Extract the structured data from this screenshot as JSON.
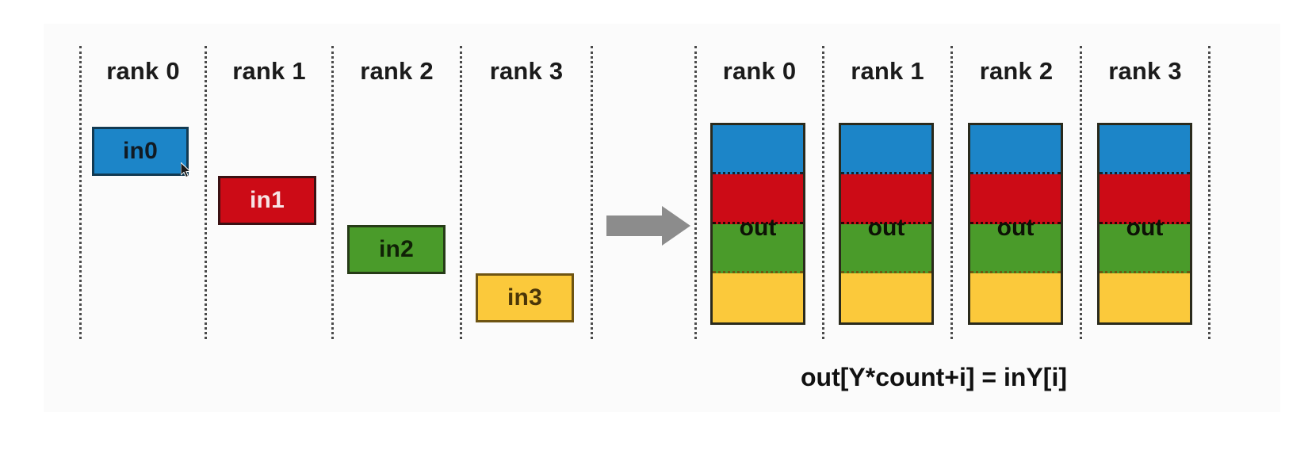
{
  "diagram": {
    "title_text": "",
    "formula": "out[Y*count+i] = inY[i]",
    "input_group": {
      "columns": [
        {
          "label": "rank 0",
          "box_label": "in0",
          "color": "#1c85c8",
          "color_name": "blue"
        },
        {
          "label": "rank 1",
          "box_label": "in1",
          "color": "#cc0b16",
          "color_name": "red"
        },
        {
          "label": "rank 2",
          "box_label": "in2",
          "color": "#4a9b2a",
          "color_name": "green"
        },
        {
          "label": "rank 3",
          "box_label": "in3",
          "color": "#fbc93b",
          "color_name": "yellow"
        }
      ]
    },
    "arrow": {
      "name": "right-arrow-icon",
      "color": "#8c8c8c"
    },
    "output_group": {
      "columns": [
        {
          "label": "rank 0",
          "bar_label": "out"
        },
        {
          "label": "rank 1",
          "bar_label": "out"
        },
        {
          "label": "rank 2",
          "bar_label": "out"
        },
        {
          "label": "rank 3",
          "bar_label": "out"
        }
      ],
      "segments": [
        {
          "source": "in0",
          "color": "#1c85c8"
        },
        {
          "source": "in1",
          "color": "#cc0b16"
        },
        {
          "source": "in2",
          "color": "#4a9b2a"
        },
        {
          "source": "in3",
          "color": "#fbc93b"
        }
      ]
    },
    "palette": {
      "blue": "#1c85c8",
      "red": "#cc0b16",
      "green": "#4a9b2a",
      "yellow": "#fbc93b",
      "arrow_grey": "#8c8c8c",
      "separator": "#4a4a4a",
      "canvas": "#fbfbfb"
    }
  }
}
